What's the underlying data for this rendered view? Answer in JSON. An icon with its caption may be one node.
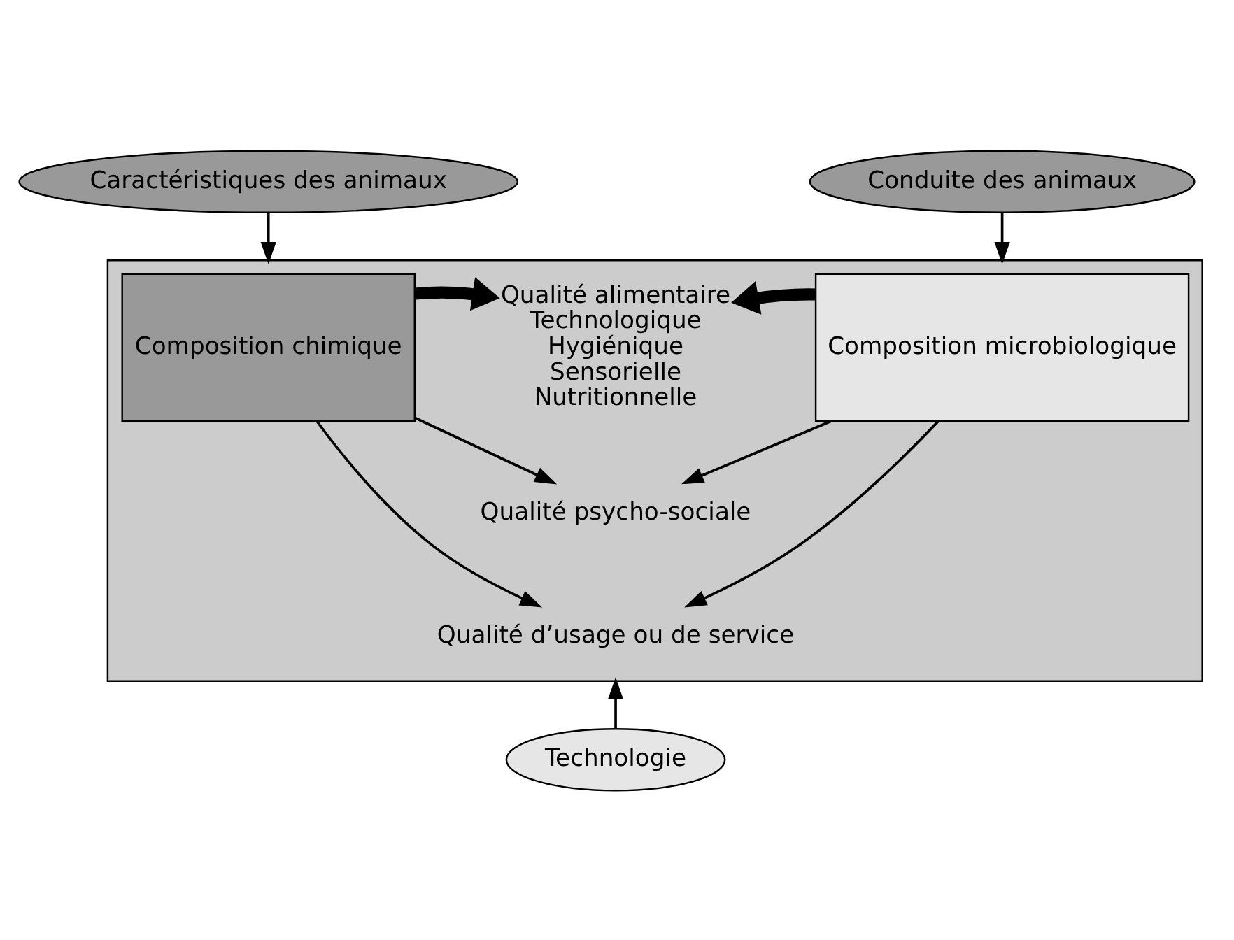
{
  "diagram": {
    "nodes": [
      {
        "text": [
          "Caractéristiques des animaux"
        ]
      },
      {
        "text": [
          "Conduite des animaux"
        ]
      },
      {
        "text": [],
        "shape": "box"
      },
      {
        "text": [
          "Composition chimique"
        ],
        "in": 2
      },
      {
        "text": [
          "Qualité alimentaire",
          "Technologique",
          "Hygiénique",
          "Sensorielle",
          "Nutritionnelle"
        ],
        "in": 2
      },
      {
        "text": [
          "Composition microbiologique"
        ],
        "in": 2
      },
      {
        "text": [
          "Qualité psycho-sociale"
        ],
        "in": 2
      },
      {
        "text": [
          "Qualité d’usage ou de service"
        ],
        "in": 2
      },
      {
        "text": [
          "Technologie"
        ]
      }
    ],
    "edges": [
      {
        "from": 0,
        "to": 2,
        "arrow": "to"
      },
      {
        "from": 1,
        "to": 2,
        "arrow": "to"
      },
      {
        "from": 3,
        "to": 4,
        "arrow": "to",
        "style": "thick"
      },
      {
        "from": 5,
        "to": 4,
        "arrow": "to",
        "style": "thick"
      },
      {
        "from": 3,
        "to": 6,
        "arrow": "to"
      },
      {
        "from": 3,
        "to": 7,
        "arrow": "to"
      },
      {
        "from": 5,
        "to": 6,
        "arrow": "to"
      },
      {
        "from": 5,
        "to": 7,
        "arrow": "to"
      },
      {
        "from": 8,
        "to": 2,
        "arrow": "to"
      }
    ]
  }
}
